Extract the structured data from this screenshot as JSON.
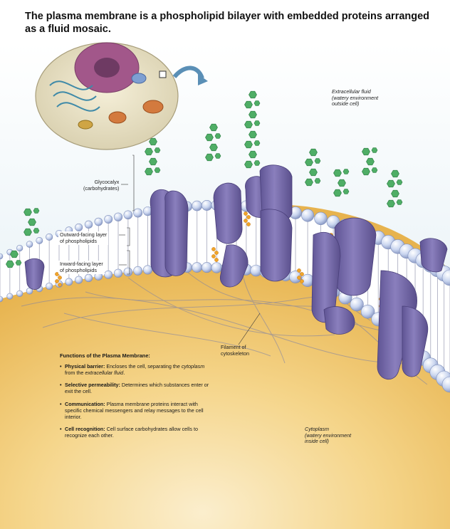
{
  "title": "The plasma membrane is a phospholipid bilayer with embedded proteins arranged as a fluid mosaic.",
  "labels": {
    "extracellular": [
      "Extracellular fluid",
      "(watery environment",
      "outside cell)"
    ],
    "glycocalyx": [
      "Glycocalyx",
      "(carbohydrates)"
    ],
    "outward_layer": [
      "Outward-facing layer",
      "of phospholipids"
    ],
    "inward_layer": [
      "Inward-facing layer",
      "of phospholipids"
    ],
    "filament": [
      "Filament of",
      "cytoskeleton"
    ],
    "cytoplasm": [
      "Cytoplasm",
      "(watery environment",
      "inside cell)"
    ]
  },
  "functions": {
    "heading": "Functions of the Plasma Membrane:",
    "items": [
      {
        "term": "Physical barrier:",
        "parts": [
          " Encloses the cell, separating the ",
          "cytoplasm",
          " from the ",
          "extracellular fluid",
          "."
        ]
      },
      {
        "term": "Selective permeability:",
        "parts": [
          " Determines which substances enter or exit the cell."
        ]
      },
      {
        "term": "Communication:",
        "parts": [
          " Plasma membrane proteins interact with specific chemical messengers and relay messages to the cell interior."
        ]
      },
      {
        "term": "Cell recognition:",
        "parts": [
          " Cell surface carbohydrates allow cells to recognize each other."
        ]
      }
    ]
  },
  "colors": {
    "extracellular_bg": "#dcebf2",
    "cytoplasm_bg": "#f0c466",
    "protein": "#7d71ad",
    "head": "#c6d2ec",
    "carbohydrate": "#47a35e",
    "cholesterol": "#f0a52a"
  }
}
